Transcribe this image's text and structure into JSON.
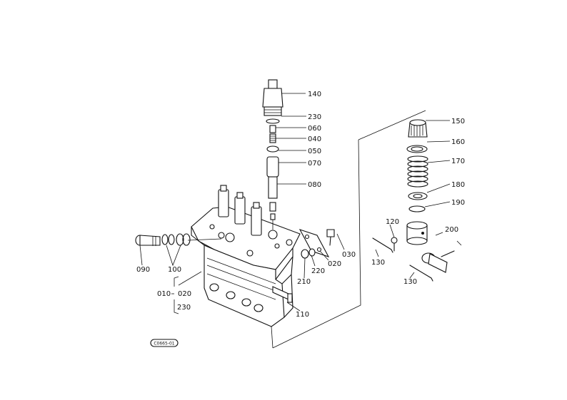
{
  "labels": {
    "p140": "140",
    "p230a": "230",
    "p060": "060",
    "p040": "040",
    "p050": "050",
    "p070": "070",
    "p080": "080",
    "p150": "150",
    "p160": "160",
    "p170": "170",
    "p180": "180",
    "p190": "190",
    "p120": "120",
    "p200": "200",
    "p130a": "130",
    "p130b": "130",
    "p030": "030",
    "p020a": "020",
    "p220": "220",
    "p210": "210",
    "p110": "110",
    "p090": "090",
    "p100": "100",
    "p010": "010",
    "p020b": "020",
    "p230b": "230"
  },
  "drawing_code": "C0665-01"
}
